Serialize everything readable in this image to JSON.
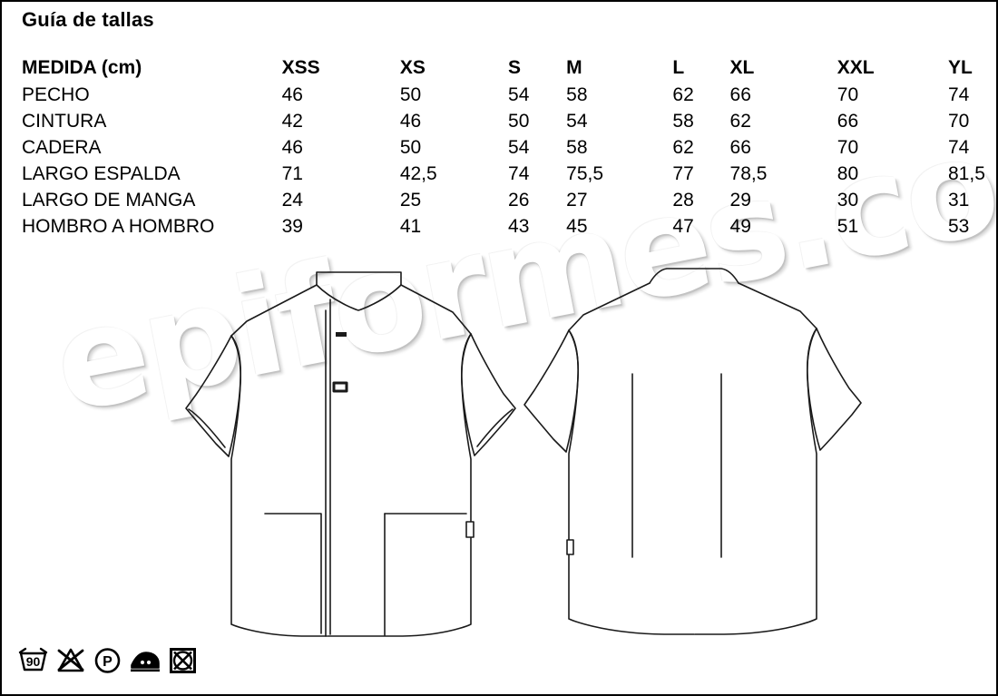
{
  "page": {
    "title": "Guía de tallas",
    "watermark": "epiformes.com",
    "background_color": "#ffffff",
    "border_color": "#000000",
    "text_color": "#000000"
  },
  "chart_data": {
    "type": "table",
    "title": "Guía de tallas",
    "row_header_label": "MEDIDA (cm)",
    "categories": [
      "XSS",
      "XS",
      "S",
      "M",
      "L",
      "XL",
      "XXL",
      "YL"
    ],
    "series": [
      {
        "name": "PECHO",
        "values": [
          "46",
          "50",
          "54",
          "58",
          "62",
          "66",
          "70",
          "74"
        ]
      },
      {
        "name": "CINTURA",
        "values": [
          "42",
          "46",
          "50",
          "54",
          "58",
          "62",
          "66",
          "70"
        ]
      },
      {
        "name": "CADERA",
        "values": [
          "46",
          "50",
          "54",
          "58",
          "62",
          "66",
          "70",
          "74"
        ]
      },
      {
        "name": "LARGO ESPALDA",
        "values": [
          "71",
          "42,5",
          "74",
          "75,5",
          "77",
          "78,5",
          "80",
          "81,5"
        ]
      },
      {
        "name": "LARGO DE MANGA",
        "values": [
          "24",
          "25",
          "26",
          "27",
          "28",
          "29",
          "30",
          "31"
        ]
      },
      {
        "name": "HOMBRO A HOMBRO",
        "values": [
          "39",
          "41",
          "43",
          "45",
          "47",
          "49",
          "51",
          "53"
        ]
      }
    ],
    "unit": "cm"
  },
  "table": {
    "header": {
      "measure": "MEDIDA (cm)",
      "sizes": [
        "XSS",
        "XS",
        "S",
        "M",
        "L",
        "XL",
        "XXL",
        "YL"
      ]
    },
    "rows": [
      {
        "label": "PECHO",
        "values": [
          "46",
          "50",
          "54",
          "58",
          "62",
          "66",
          "70",
          "74"
        ]
      },
      {
        "label": "CINTURA",
        "values": [
          "42",
          "46",
          "50",
          "54",
          "58",
          "62",
          "66",
          "70"
        ]
      },
      {
        "label": "CADERA",
        "values": [
          "46",
          "50",
          "54",
          "58",
          "62",
          "66",
          "70",
          "74"
        ]
      },
      {
        "label": "LARGO ESPALDA",
        "values": [
          "71",
          "42,5",
          "74",
          "75,5",
          "77",
          "78,5",
          "80",
          "81,5"
        ]
      },
      {
        "label": "LARGO DE MANGA",
        "values": [
          "24",
          "25",
          "26",
          "27",
          "28",
          "29",
          "30",
          "31"
        ]
      },
      {
        "label": "HOMBRO A HOMBRO",
        "values": [
          "39",
          "41",
          "43",
          "45",
          "47",
          "49",
          "51",
          "53"
        ]
      }
    ]
  },
  "garments": {
    "front": {
      "name": "front-view",
      "description": "Chaqueta sanitaria vista frontal, cuello mao, manga corta, tapeta con botones, dos bolsillos de parche"
    },
    "back": {
      "name": "back-view",
      "description": "Chaqueta sanitaria vista trasera, cuello mao, manga corta, dos pinzas verticales"
    }
  },
  "care_symbols": [
    {
      "name": "wash-90-icon",
      "label": "90",
      "description": "Lavar a 90 grados"
    },
    {
      "name": "do-not-bleach-icon",
      "label": "",
      "description": "No usar lejía"
    },
    {
      "name": "dry-clean-p-icon",
      "label": "P",
      "description": "Limpieza en seco con percloroetileno"
    },
    {
      "name": "iron-two-dots-icon",
      "label": "",
      "description": "Planchar temperatura media"
    },
    {
      "name": "do-not-tumble-dry-icon",
      "label": "",
      "description": "No usar secadora"
    }
  ]
}
